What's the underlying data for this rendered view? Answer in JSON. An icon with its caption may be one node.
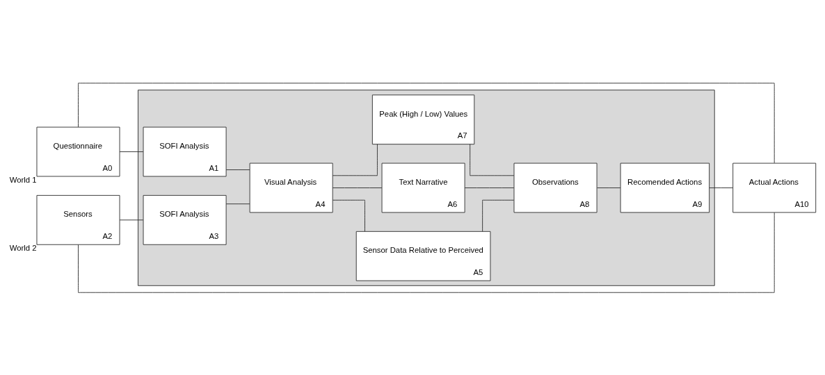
{
  "diagram": {
    "nodes": [
      {
        "text": [
          "Questionnaire",
          "A0"
        ],
        "beside": [
          "World 1"
        ]
      },
      {
        "text": [
          "Sensors",
          "A2"
        ],
        "beside": [
          "World 2"
        ]
      },
      {
        "text": [],
        "shape": "box"
      },
      {
        "text": [
          "SOFI Analysis",
          "A1"
        ],
        "in": 2
      },
      {
        "text": [
          "SOFI Analysis",
          "A3"
        ],
        "in": 2
      },
      {
        "text": [
          "Visual Analysis",
          "A4"
        ],
        "in": 2
      },
      {
        "text": [
          "Sensor Data Relative to Perceived",
          "A5"
        ],
        "in": 2
      },
      {
        "text": [
          "Text Narrative",
          "A6"
        ],
        "in": 2
      },
      {
        "text": [
          "Peak (High / Low) Values",
          "A7"
        ],
        "in": 2
      },
      {
        "text": [
          "Observations",
          "A8"
        ],
        "in": 2
      },
      {
        "text": [
          "Recomended Actions",
          "A9"
        ],
        "in": 2
      },
      {
        "text": [
          "Actual Actions",
          "A10"
        ]
      }
    ],
    "edges": [
      {
        "from": 0,
        "to": 3,
        "arrow": "none"
      },
      {
        "from": 1,
        "to": 4,
        "arrow": "none"
      },
      {
        "from": 3,
        "to": 5,
        "arrow": "none"
      },
      {
        "from": 4,
        "to": 5,
        "arrow": "none"
      },
      {
        "from": 5,
        "to": 6,
        "arrow": "none"
      },
      {
        "from": 5,
        "to": 7,
        "arrow": "none"
      },
      {
        "from": 5,
        "to": 8,
        "arrow": "none"
      },
      {
        "from": 6,
        "to": 9,
        "arrow": "none"
      },
      {
        "from": 7,
        "to": 9,
        "arrow": "none"
      },
      {
        "from": 8,
        "to": 9,
        "arrow": "none"
      },
      {
        "from": 9,
        "to": 10,
        "arrow": "none"
      },
      {
        "from": 10,
        "to": 11,
        "arrow": "none"
      },
      {
        "from": 11,
        "to": 0,
        "arrow": "none"
      },
      {
        "from": 11,
        "to": 1,
        "arrow": "none"
      }
    ]
  }
}
